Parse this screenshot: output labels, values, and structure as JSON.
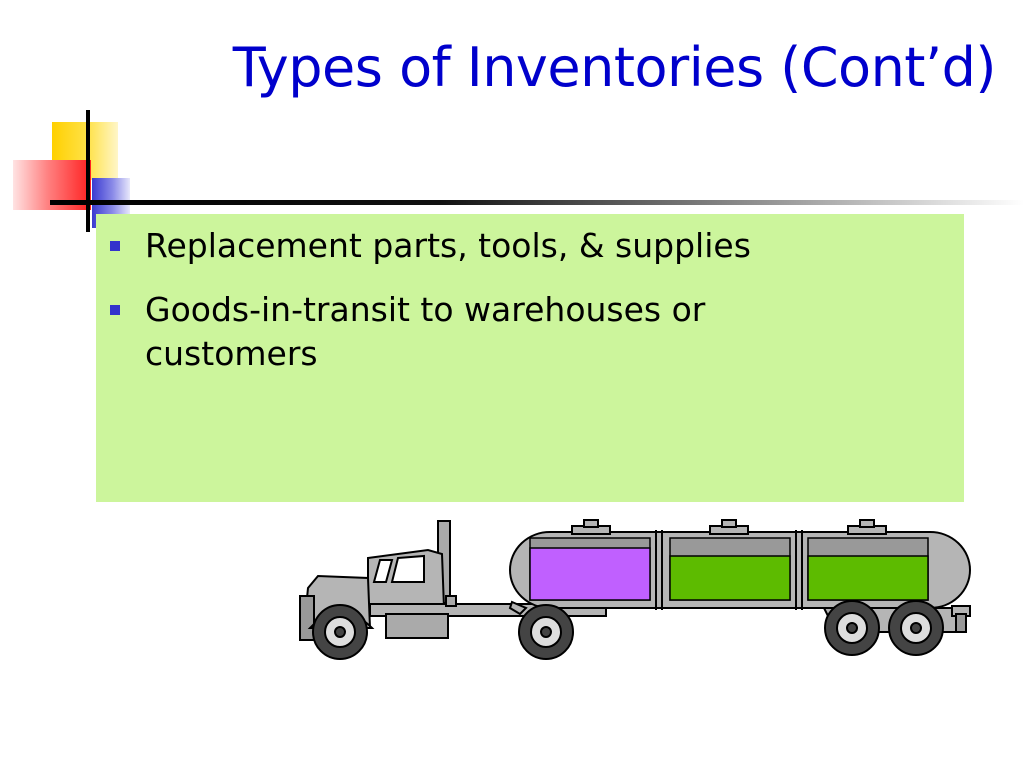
{
  "slide": {
    "title": "Types of Inventories (Cont’d)",
    "bullets": [
      "Replacement parts, tools, & supplies",
      "Goods-in-transit to warehouses or customers"
    ],
    "colors": {
      "title": "#0000cc",
      "content_background": "#ccf59c",
      "bullet_marker": "#3333cc",
      "tank_purple": "#c060ff",
      "tank_green": "#5dbb00"
    },
    "illustration": "tanker-truck-icon"
  }
}
